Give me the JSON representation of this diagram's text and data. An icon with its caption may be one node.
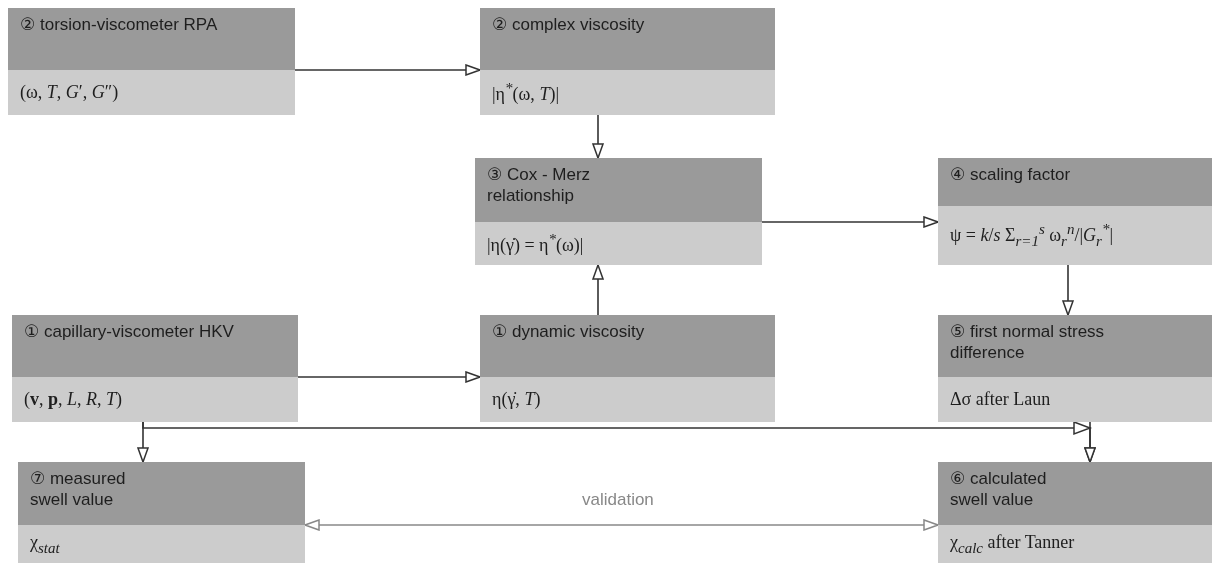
{
  "diagram": {
    "nodes": [
      {
        "text": [
          "② torsion-viscometer RPA",
          "(ω, *T*, *G*′, *G*″)"
        ]
      },
      {
        "text": [
          "② complex viscosity",
          "|η$^{*}$(ω, *T*)|"
        ]
      },
      {
        "text": [
          "③ Cox - Merz relationship",
          "|η(γ̇) = η$^{*}$(ω)|"
        ]
      },
      {
        "text": [
          "④ scaling factor",
          "ψ = *k*/*s* Σ$_{r=1}$$^{s}$ ω$_{r}$$^{n}$/|*G*$_{r}$$^{*}$|"
        ]
      },
      {
        "text": [
          "① capillary-viscometer HKV",
          "(**v**, **p**, *L*, *R*, *T*)"
        ]
      },
      {
        "text": [
          "① dynamic viscosity",
          "η(γ̇, *T*)"
        ]
      },
      {
        "text": [
          "⑤ first normal stress difference",
          "Δσ after Laun"
        ]
      },
      {
        "text": [
          "⑦ measured swell value",
          "χ$_{stat}$"
        ]
      },
      {
        "text": [
          "⑥ calculated swell value",
          "χ$_{calc}$ after Tanner"
        ]
      }
    ],
    "edges": [
      {
        "from": 0,
        "to": 1,
        "arrow": "to"
      },
      {
        "from": 1,
        "to": 2,
        "arrow": "to"
      },
      {
        "from": 5,
        "to": 2,
        "arrow": "to"
      },
      {
        "from": 2,
        "to": 3,
        "arrow": "to"
      },
      {
        "from": 3,
        "to": 6,
        "arrow": "to"
      },
      {
        "from": 4,
        "to": 5,
        "arrow": "to"
      },
      {
        "from": 4,
        "to": 7,
        "arrow": "to"
      },
      {
        "from": 4,
        "to": 8,
        "arrow": "to"
      },
      {
        "from": 6,
        "to": 8,
        "arrow": "to"
      },
      {
        "from": 7,
        "to": 8,
        "arrow": "both",
        "label": "validation",
        "color": "#888888"
      }
    ]
  }
}
